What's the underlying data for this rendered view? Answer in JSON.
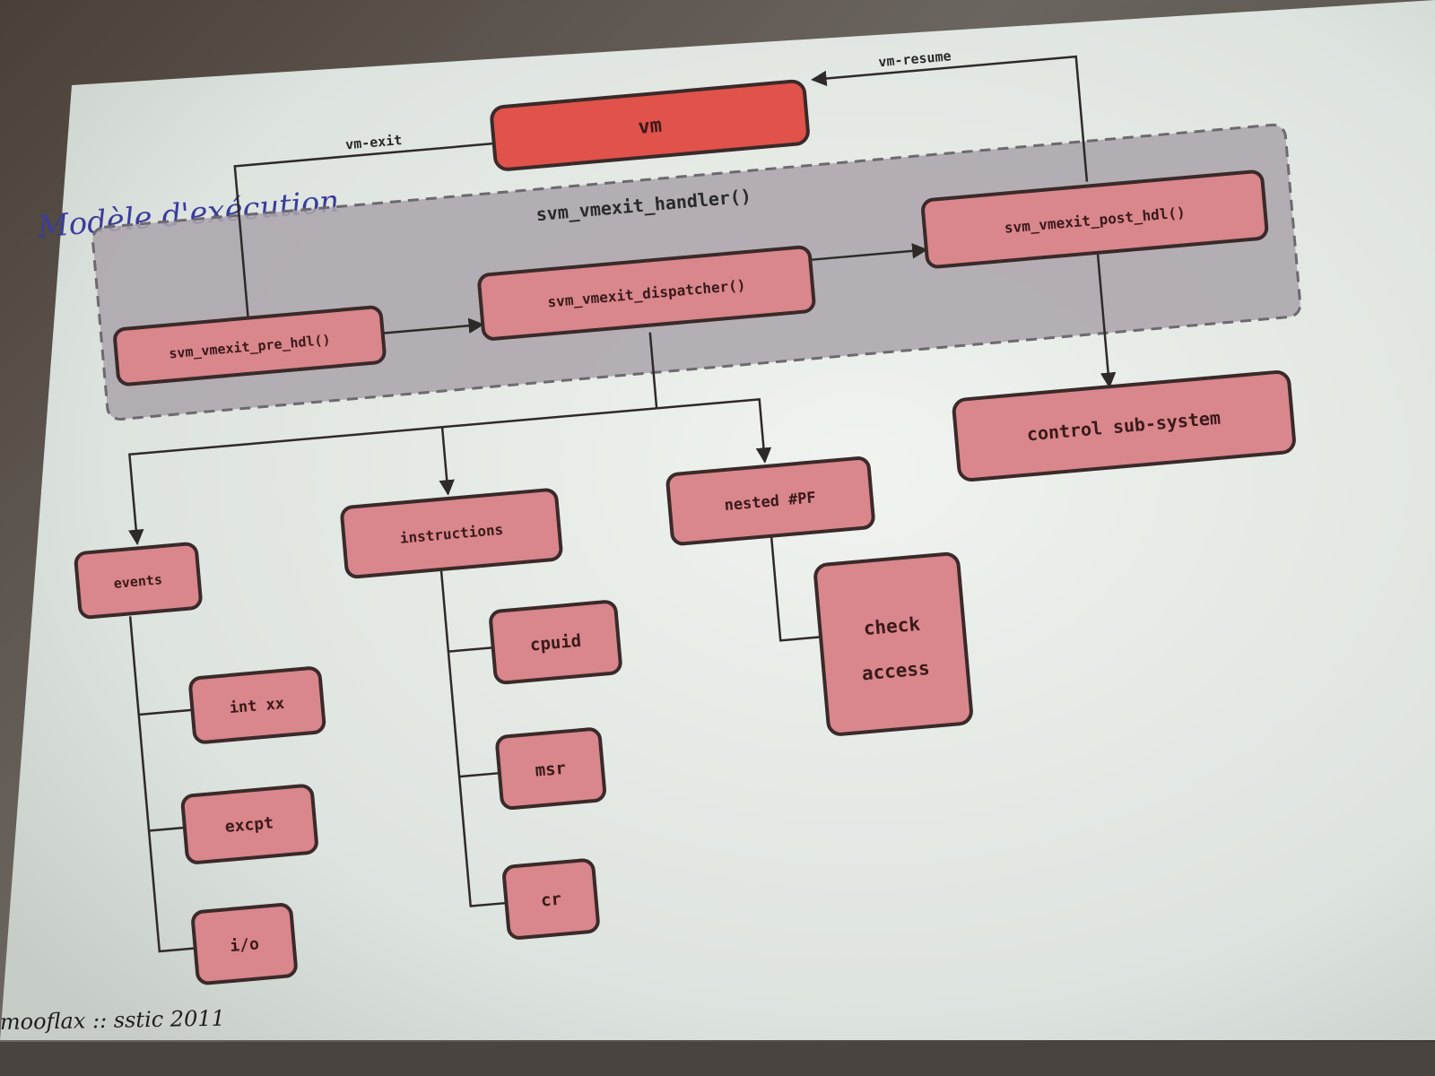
{
  "slide": {
    "title": "Modèle d'exécution",
    "footer": "mooflax :: sstic 2011"
  },
  "group": {
    "label": "svm_vmexit_handler()"
  },
  "nodes": {
    "vm": "vm",
    "pre_hdl": "svm_vmexit_pre_hdl()",
    "dispatcher": "svm_vmexit_dispatcher()",
    "post_hdl": "svm_vmexit_post_hdl()",
    "control": "control sub-system",
    "events": "events",
    "instructions": "instructions",
    "nested_pf": "nested #PF",
    "int_xx": "int xx",
    "excpt": "excpt",
    "io": "i/o",
    "cpuid": "cpuid",
    "msr": "msr",
    "cr": "cr",
    "check_access_line1": "check",
    "check_access_line2": "access"
  },
  "edges": {
    "vm_exit": "vm-exit",
    "vm_resume": "vm-resume"
  },
  "colors": {
    "vm_fill": "#e0524a",
    "node_fill": "#d9868c",
    "node_stroke": "#3a2a2a",
    "group_fill": "#a8a2a8",
    "screen": "#e6ebe6",
    "title": "#3a3d9a"
  }
}
